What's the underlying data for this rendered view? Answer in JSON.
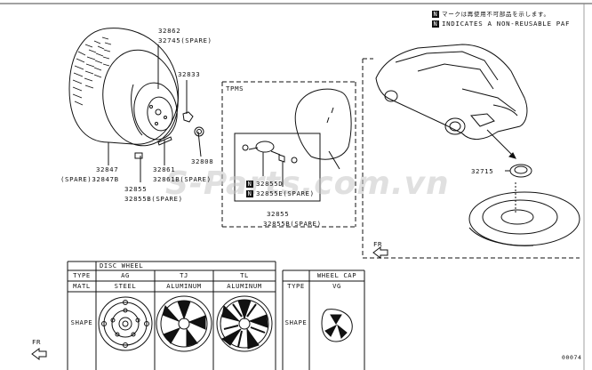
{
  "notes": {
    "jp": "マークは再使用不可部品を示します。",
    "en": "INDICATES A NON-REUSABLE PAF",
    "n_mark": "N"
  },
  "watermark": "S-Parts.com.vn",
  "callouts": {
    "c32862": "32862",
    "c32745": "32745(SPARE)",
    "c32833": "32833",
    "c32808": "32808",
    "c32861": "32861",
    "c32861b": "32861B(SPARE)",
    "c32847": "32847",
    "c32847b": "(SPARE)32847B",
    "c32855": "32855",
    "c32855b": "32855B(SPARE)",
    "c32715": "32715",
    "tpms_32855": "32855",
    "tpms_32855b": "32855B(SPARE)",
    "tpms_d": "32855D",
    "tpms_e": "32855E(SPARE)"
  },
  "tpms": {
    "title": "TPMS"
  },
  "fr": {
    "label": "FR"
  },
  "disc_wheel": {
    "title": "DISC WHEEL",
    "row_type": "TYPE",
    "row_matl": "MATL",
    "row_shape": "SHAPE",
    "columns": [
      {
        "type": "AG",
        "matl": "STEEL"
      },
      {
        "type": "TJ",
        "matl": "ALUMINUM"
      },
      {
        "type": "TL",
        "matl": "ALUMINUM"
      }
    ]
  },
  "wheel_cap": {
    "title": "WHEEL CAP",
    "row_type": "TYPE",
    "row_shape": "SHAPE",
    "type": "VG"
  },
  "page_code": "00074"
}
